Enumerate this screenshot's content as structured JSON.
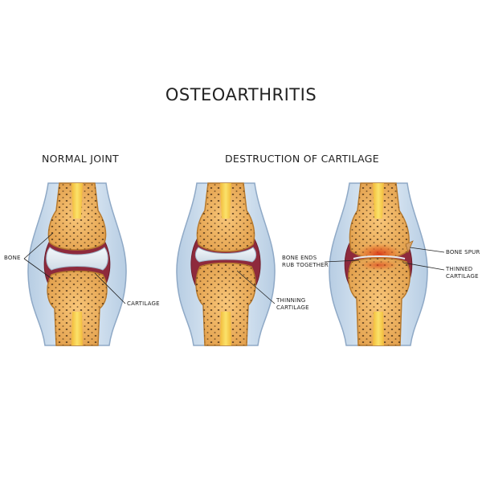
{
  "title": "OSTEOARTHRITIS",
  "headings": {
    "normal": "NORMAL JOINT",
    "destruction": "DESTRUCTION OF CARTILAGE"
  },
  "labels": {
    "bone": "BONE",
    "cartilage": "CARTILAGE",
    "thinning_1": "THINNING",
    "thinning_2": "CARTILAGE",
    "rub_1": "BONE ENDS",
    "rub_2": "RUB TOGETHER",
    "spur": "BONE SPUR",
    "thinned_1": "THINNED",
    "thinned_2": "CARTILAGE"
  },
  "colors": {
    "bone": "#efb76a",
    "bone_dark": "#c8862e",
    "marrow": "#f7d548",
    "cartilage": "#e3ecf3",
    "capsule": "#cfe0ee",
    "capsule_edge": "#a9c2dc",
    "synovium": "#8e2a3c",
    "inflammation": "#d8401e"
  }
}
